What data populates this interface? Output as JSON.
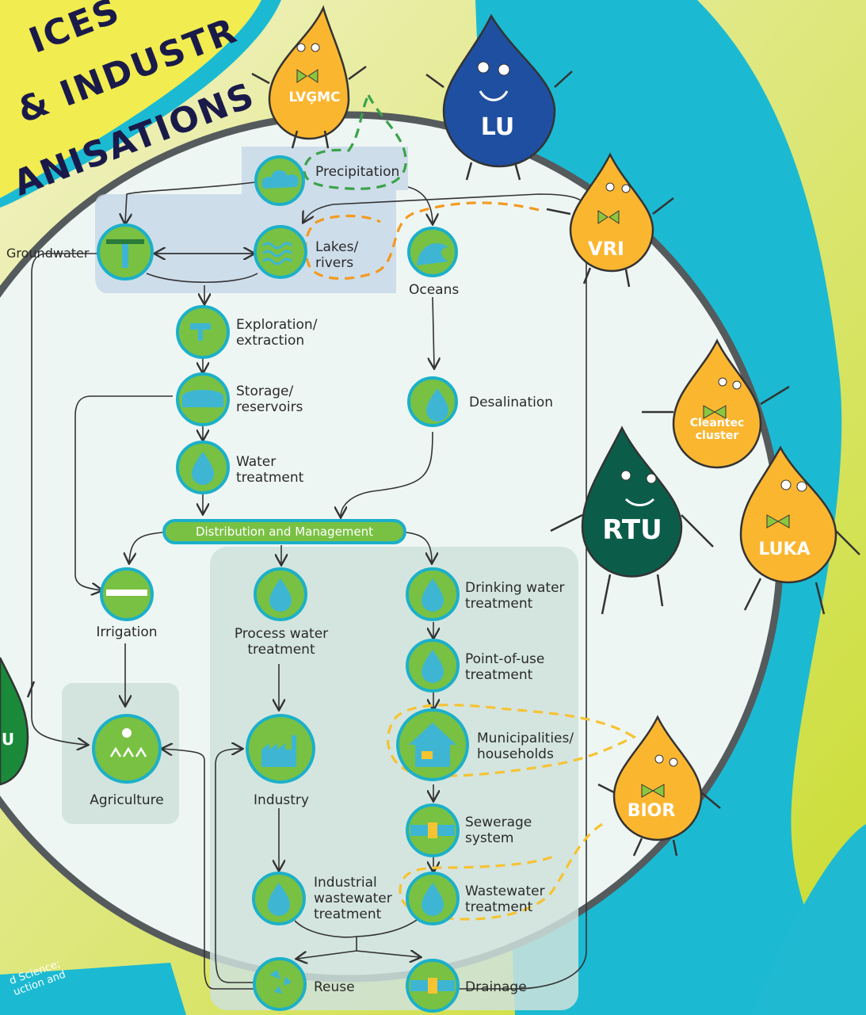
{
  "title": {
    "line1": "ICES",
    "line2": "& INDUSTR",
    "line3": "ANISATIONS"
  },
  "footer_text": "d Science;\nuction and",
  "nodes": {
    "precipitation": "Precipitation",
    "groundwater": "Groundwater",
    "lakes": "Lakes/\nrivers",
    "oceans": "Oceans",
    "exploration": "Exploration/\nextraction",
    "storage": "Storage/\nreservoirs",
    "water_treatment": "Water\ntreatment",
    "desalination": "Desalination",
    "distribution": "Distribution and Management",
    "irrigation": "Irrigation",
    "process_water": "Process water\ntreatment",
    "drinking_water": "Drinking water\ntreatment",
    "point_of_use": "Point-of-use\ntreatment",
    "municipalities": "Municipalities/\nhouseholds",
    "agriculture": "Agriculture",
    "industry": "Industry",
    "sewerage": "Sewerage\nsystem",
    "industrial_wastewater": "Industrial\nwastewater\ntreatment",
    "wastewater": "Wastewater\ntreatment",
    "reuse": "Reuse",
    "drainage": "Drainage"
  },
  "mascots": {
    "lvgmc": "LVĢMC",
    "lu": "LU",
    "vri": "VRI",
    "cleantec": "Cleantec\ncluster",
    "rtu": "RTU",
    "luka": "LUKA",
    "bior": "BIOR",
    "green_partial": "U"
  },
  "colors": {
    "node_fill": "#79c143",
    "node_ring": "#1cb0c9",
    "circle_bg": "#eef6f4",
    "circle_ring": "#555a5c",
    "teal": "#1bbad2",
    "yellow_mascot": "#fbb630",
    "dark_blue_mascot": "#1f4fa0",
    "dark_green_mascot": "#0b5d4a"
  }
}
